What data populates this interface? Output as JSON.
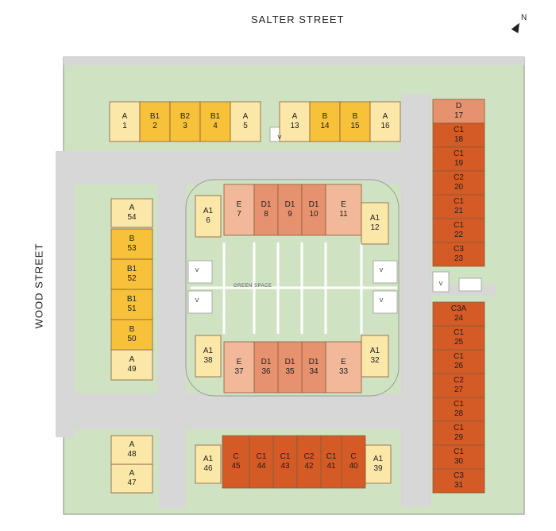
{
  "streets": {
    "north": "SALTER STREET",
    "west": "WOOD STREET"
  },
  "north_arrow": {
    "letter": "N"
  },
  "green_space_label": "GREEN SPACE",
  "visitor_parking_label": "V",
  "legend_colors": {
    "A": "#fbe7a8",
    "A1": "#fbe7a8",
    "B": "#f7c23a",
    "B1": "#f7c23a",
    "B2": "#f7c23a",
    "C": "#d45a26",
    "C1": "#d45a26",
    "C2": "#d45a26",
    "C3": "#d45a26",
    "C3A": "#d45a26",
    "D": "#e7926e",
    "D1": "#e7926e",
    "E": "#f2b89a",
    "lot_green": "#cfe3c3",
    "road_gray": "#d7d7d7"
  },
  "units": [
    {
      "type": "A",
      "num": "1"
    },
    {
      "type": "B1",
      "num": "2"
    },
    {
      "type": "B2",
      "num": "3"
    },
    {
      "type": "B1",
      "num": "4"
    },
    {
      "type": "A",
      "num": "5"
    },
    {
      "type": "A1",
      "num": "6"
    },
    {
      "type": "E",
      "num": "7"
    },
    {
      "type": "D1",
      "num": "8"
    },
    {
      "type": "D1",
      "num": "9"
    },
    {
      "type": "D1",
      "num": "10"
    },
    {
      "type": "E",
      "num": "11"
    },
    {
      "type": "A1",
      "num": "12"
    },
    {
      "type": "A",
      "num": "13"
    },
    {
      "type": "B",
      "num": "14"
    },
    {
      "type": "B",
      "num": "15"
    },
    {
      "type": "A",
      "num": "16"
    },
    {
      "type": "D",
      "num": "17"
    },
    {
      "type": "C1",
      "num": "18"
    },
    {
      "type": "C1",
      "num": "19"
    },
    {
      "type": "C2",
      "num": "20"
    },
    {
      "type": "C1",
      "num": "21"
    },
    {
      "type": "C1",
      "num": "22"
    },
    {
      "type": "C3",
      "num": "23"
    },
    {
      "type": "C3A",
      "num": "24"
    },
    {
      "type": "C1",
      "num": "25"
    },
    {
      "type": "C1",
      "num": "26"
    },
    {
      "type": "C2",
      "num": "27"
    },
    {
      "type": "C1",
      "num": "28"
    },
    {
      "type": "C1",
      "num": "29"
    },
    {
      "type": "C1",
      "num": "30"
    },
    {
      "type": "C3",
      "num": "31"
    },
    {
      "type": "A1",
      "num": "32"
    },
    {
      "type": "E",
      "num": "33"
    },
    {
      "type": "D1",
      "num": "34"
    },
    {
      "type": "D1",
      "num": "35"
    },
    {
      "type": "D1",
      "num": "36"
    },
    {
      "type": "E",
      "num": "37"
    },
    {
      "type": "A1",
      "num": "38"
    },
    {
      "type": "A1",
      "num": "39"
    },
    {
      "type": "C",
      "num": "40"
    },
    {
      "type": "C1",
      "num": "41"
    },
    {
      "type": "C2",
      "num": "42"
    },
    {
      "type": "C1",
      "num": "43"
    },
    {
      "type": "C1",
      "num": "44"
    },
    {
      "type": "C",
      "num": "45"
    },
    {
      "type": "A1",
      "num": "46"
    },
    {
      "type": "A",
      "num": "47"
    },
    {
      "type": "A",
      "num": "48"
    },
    {
      "type": "A",
      "num": "49"
    },
    {
      "type": "B",
      "num": "50"
    },
    {
      "type": "B1",
      "num": "51"
    },
    {
      "type": "B1",
      "num": "52"
    },
    {
      "type": "B",
      "num": "53"
    },
    {
      "type": "A",
      "num": "54"
    }
  ]
}
